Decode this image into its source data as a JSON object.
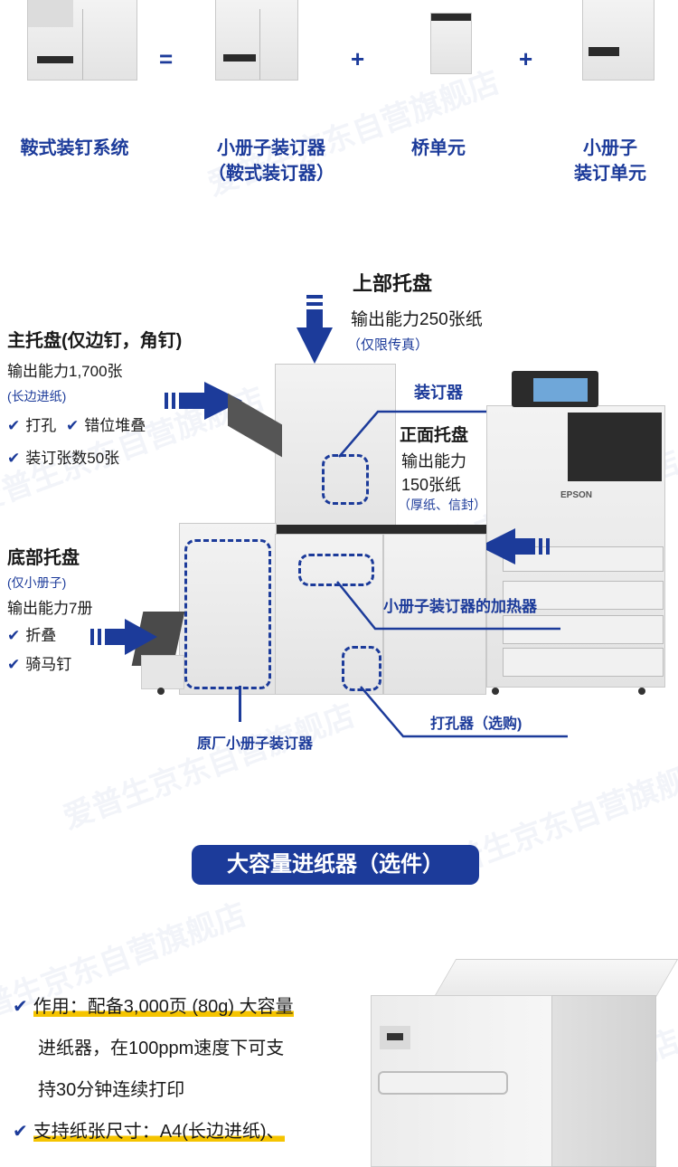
{
  "top_row": {
    "items": [
      {
        "label": "鞍式装钉系统"
      },
      {
        "label": "小册子装订器\n（鞍式装订器）"
      },
      {
        "label": "桥单元"
      },
      {
        "label": "小册子\n装订单元"
      }
    ],
    "operators": [
      "=",
      "+",
      "+"
    ]
  },
  "diagram": {
    "upper_tray": {
      "title": "上部托盘",
      "capacity": "输出能力250张纸",
      "note": "（仅限传真）"
    },
    "main_tray": {
      "title": "主托盘(仅边钉，角钉)",
      "capacity": "输出能力1,700张",
      "note": "(长边进纸)",
      "features": [
        "打孔",
        "错位堆叠",
        "装订张数50张"
      ]
    },
    "stapler": "装订器",
    "front_tray": {
      "title": "正面托盘",
      "capacity_line1": "输出能力",
      "capacity_line2": "150张纸",
      "note": "（厚纸、信封）"
    },
    "bottom_tray": {
      "title": "底部托盘",
      "note": "(仅小册子)",
      "capacity": "输出能力7册",
      "features": [
        "折叠",
        "骑马钉"
      ]
    },
    "heater": "小册子装订器的加热器",
    "booklet_maker": "原厂小册子装订器",
    "puncher": "打孔器（选购)",
    "printer_brand": "EPSON"
  },
  "section": {
    "title": "大容量进纸器（选件）",
    "features": [
      {
        "lines": [
          "作用：配备3,000页 (80g) 大容量",
          "进纸器，在100ppm速度下可支",
          "持30分钟连续打印"
        ]
      },
      {
        "lines": [
          "支持纸张尺寸：A4(长边进纸)、"
        ]
      }
    ]
  },
  "watermark_text": "爱普生京东自营旗舰店",
  "colors": {
    "accent": "#1c3b9a",
    "highlight": "#f5c400"
  }
}
